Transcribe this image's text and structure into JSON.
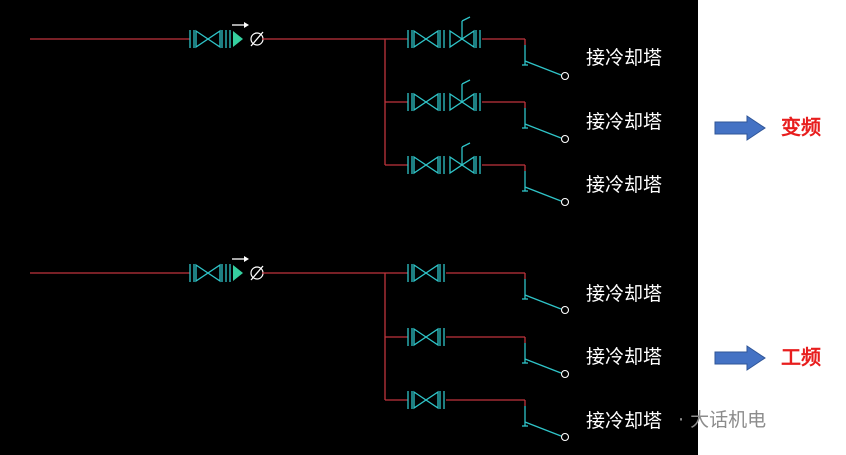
{
  "diagram": {
    "outlet_label": "接冷却塔",
    "groups": [
      {
        "mode_label": "变频",
        "branches": [
          {
            "outlet": "接冷却塔"
          },
          {
            "outlet": "接冷却塔"
          },
          {
            "outlet": "接冷却塔"
          }
        ]
      },
      {
        "mode_label": "工频",
        "branches": [
          {
            "outlet": "接冷却塔"
          },
          {
            "outlet": "接冷却塔"
          },
          {
            "outlet": "接冷却塔"
          }
        ]
      }
    ]
  },
  "watermark": "· 大话机电",
  "colors": {
    "background": "#000000",
    "pipe": "#c0343c",
    "valve": "#2fc4c8",
    "meter": "#35d0a0",
    "label": "#ffffff",
    "mode_text": "#e81e1e",
    "arrow_fill": "#4472c4",
    "arrow_stroke": "#2f5597",
    "watermark": "#8c8c8c"
  },
  "icons": [
    "gate-valve-icon",
    "motorized-valve-icon",
    "flow-meter-icon",
    "drain-valve-icon",
    "right-arrow-icon"
  ]
}
